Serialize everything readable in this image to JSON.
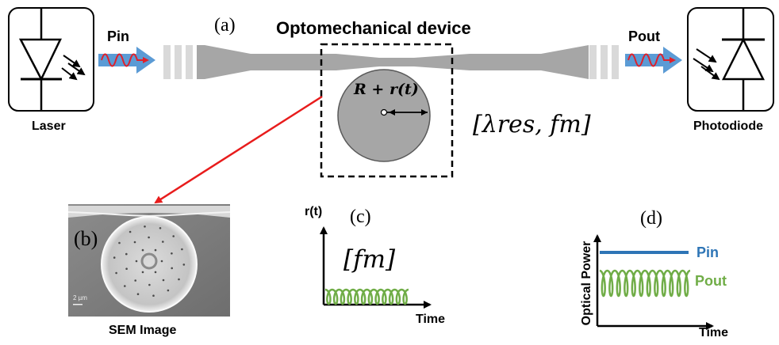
{
  "figure": {
    "panel_a": "(a)",
    "panel_b": "(b)",
    "panel_c": "(c)",
    "panel_d": "(d)",
    "device_title": "Optomechanical device",
    "radius_formula": "R + r(t)",
    "resonance_params": "[λres, fm]",
    "freq_param": "[fm]",
    "laser_label": "Laser",
    "photodiode_label": "Photodiode",
    "pin_label": "Pin",
    "pout_label": "Pout",
    "sem_label": "SEM Image",
    "scale_bar_label": "2 µm",
    "plot_c": {
      "ylabel": "r(t)",
      "xlabel": "Time"
    },
    "plot_d": {
      "ylabel": "Optical Power",
      "xlabel": "Time",
      "series_pin": "Pin",
      "series_pout": "Pout"
    }
  },
  "colors": {
    "beam_arrow": "#5b9bd5",
    "wave_red": "#e0202a",
    "waveguide": "#a6a6a6",
    "disk": "#a6a6a6",
    "pin_line": "#2e75b6",
    "pout_wave": "#70ad47",
    "sem_arrow": "#e81c1c"
  }
}
